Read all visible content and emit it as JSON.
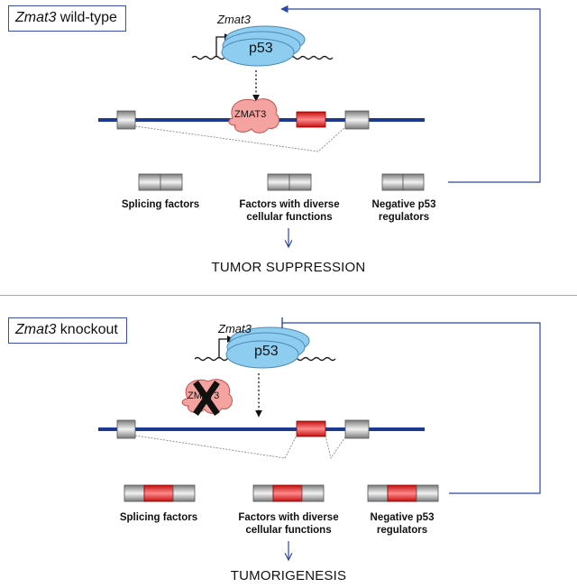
{
  "top_panel": {
    "title_italic": "Zmat3",
    "title_rest": " wild-type",
    "gene": "Zmat3",
    "protein": "p53",
    "splicing_protein": "ZMAT3",
    "categories": [
      "Splicing factors",
      "Factors with diverse cellular functions",
      "Negative p53 regulators"
    ],
    "outcome": "TUMOR SUPPRESSION"
  },
  "bottom_panel": {
    "title_italic": "Zmat3",
    "title_rest": " knockout",
    "gene": "Zmat3",
    "protein": "p53",
    "splicing_protein": "ZMAT3",
    "categories": [
      "Splicing factors",
      "Factors with diverse cellular functions",
      "Negative p53 regulators"
    ],
    "outcome": "TUMORIGENESIS"
  },
  "colors": {
    "line_blue": "#1b3a8f",
    "arrow_blue": "#3b4fa8",
    "p53_fill": "#8fcdf0",
    "zmat3_fill": "#f4a3a0",
    "exon_gray": "#a8a8a8",
    "exon_red": "#e21d1d"
  }
}
